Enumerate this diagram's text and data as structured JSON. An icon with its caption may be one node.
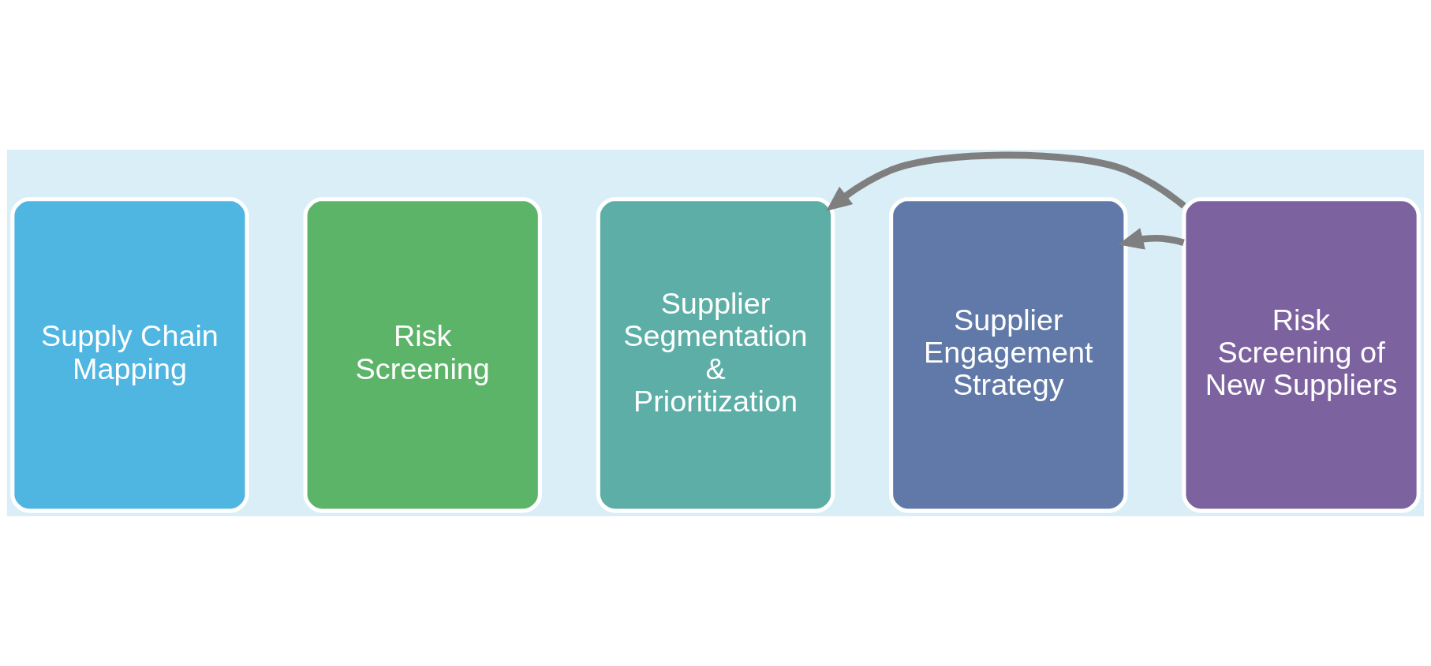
{
  "diagram": {
    "nodes": [
      {
        "text": [
          "Supply Chain Mapping"
        ]
      },
      {
        "text": [
          "Risk Screening"
        ]
      },
      {
        "text": [
          "Supplier Segmentation & Prioritization"
        ]
      },
      {
        "text": [
          "Supplier Engagement Strategy"
        ]
      },
      {
        "text": [
          "Risk Screening of New Suppliers"
        ]
      }
    ],
    "edges": [
      {
        "from": 4,
        "to": 2,
        "arrow": "to"
      },
      {
        "from": 4,
        "to": 3,
        "arrow": "to"
      }
    ]
  }
}
